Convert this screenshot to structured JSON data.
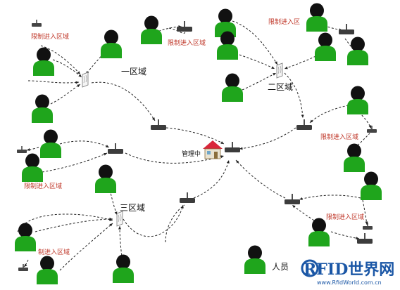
{
  "zones": {
    "zone1": "一区域",
    "zone2": "二区域",
    "zone3": "三区域"
  },
  "restricted_label": "限制进入区域",
  "restricted_label_trunc": "限制进入区",
  "restricted_label_cut": "制进入区域",
  "management_center": "管理中",
  "legend": {
    "person": "人员"
  },
  "watermark": {
    "brand": "RFID世界网",
    "url": "www.RfidWorld.com.cn"
  },
  "colors": {
    "person_body": "#1fa51c",
    "person_head": "#111111",
    "label_red": "#c0392b",
    "house_roof": "#d9263a"
  },
  "icons": [
    "person-icon",
    "reader-antenna-icon",
    "wireless-tag-icon",
    "management-center-house-icon"
  ]
}
